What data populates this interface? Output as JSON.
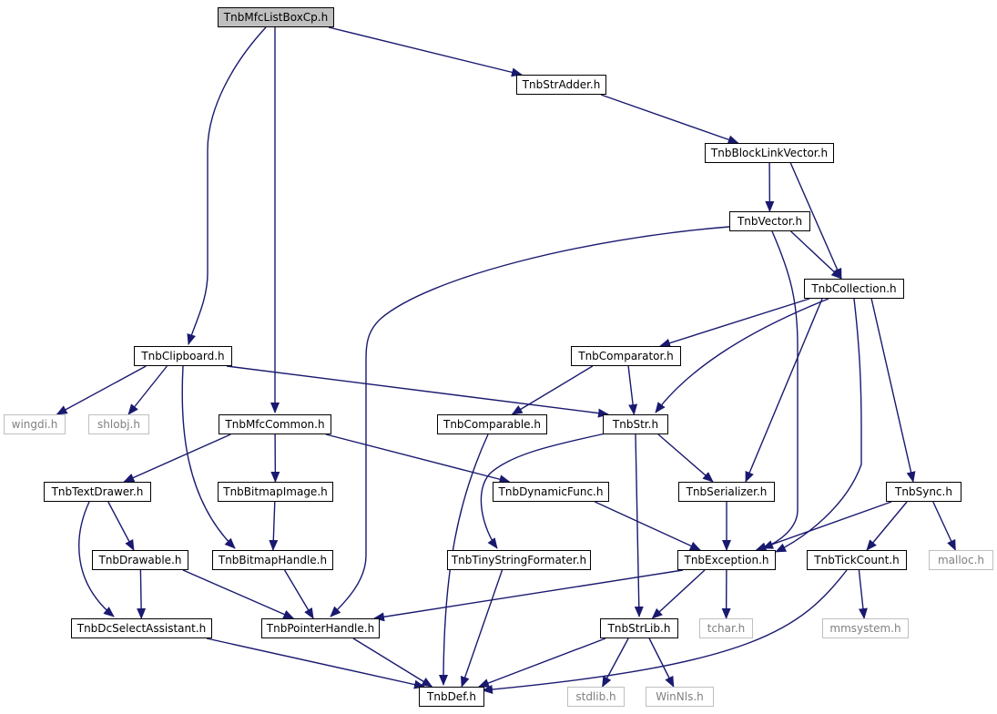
{
  "colors": {
    "edge": "#191970",
    "node_border": "#000000",
    "external_border": "#bfbfbf",
    "external_text": "#808080",
    "focus_fill": "#bfbfbf"
  },
  "nodes": {
    "TnbMfcListBoxCp": {
      "label": "TnbMfcListBoxCp.h",
      "kind": "focus"
    },
    "TnbStrAdder": {
      "label": "TnbStrAdder.h",
      "kind": "local"
    },
    "TnbBlockLinkVector": {
      "label": "TnbBlockLinkVector.h",
      "kind": "local"
    },
    "TnbVector": {
      "label": "TnbVector.h",
      "kind": "local"
    },
    "TnbCollection": {
      "label": "TnbCollection.h",
      "kind": "local"
    },
    "TnbClipboard": {
      "label": "TnbClipboard.h",
      "kind": "local"
    },
    "TnbComparator": {
      "label": "TnbComparator.h",
      "kind": "local"
    },
    "wingdi": {
      "label": "wingdi.h",
      "kind": "external"
    },
    "shlobj": {
      "label": "shlobj.h",
      "kind": "external"
    },
    "TnbMfcCommon": {
      "label": "TnbMfcCommon.h",
      "kind": "local"
    },
    "TnbComparable": {
      "label": "TnbComparable.h",
      "kind": "local"
    },
    "TnbStr": {
      "label": "TnbStr.h",
      "kind": "local"
    },
    "TnbTextDrawer": {
      "label": "TnbTextDrawer.h",
      "kind": "local"
    },
    "TnbBitmapImage": {
      "label": "TnbBitmapImage.h",
      "kind": "local"
    },
    "TnbDynamicFunc": {
      "label": "TnbDynamicFunc.h",
      "kind": "local"
    },
    "TnbSerializer": {
      "label": "TnbSerializer.h",
      "kind": "local"
    },
    "TnbSync": {
      "label": "TnbSync.h",
      "kind": "local"
    },
    "TnbDrawable": {
      "label": "TnbDrawable.h",
      "kind": "local"
    },
    "TnbBitmapHandle": {
      "label": "TnbBitmapHandle.h",
      "kind": "local"
    },
    "TnbTinyStringFormater": {
      "label": "TnbTinyStringFormater.h",
      "kind": "local"
    },
    "TnbException": {
      "label": "TnbException.h",
      "kind": "local"
    },
    "TnbTickCount": {
      "label": "TnbTickCount.h",
      "kind": "local"
    },
    "malloc": {
      "label": "malloc.h",
      "kind": "external"
    },
    "TnbDcSelectAssistant": {
      "label": "TnbDcSelectAssistant.h",
      "kind": "local"
    },
    "TnbPointerHandle": {
      "label": "TnbPointerHandle.h",
      "kind": "local"
    },
    "TnbStrLib": {
      "label": "TnbStrLib.h",
      "kind": "local"
    },
    "tchar": {
      "label": "tchar.h",
      "kind": "external"
    },
    "mmsystem": {
      "label": "mmsystem.h",
      "kind": "external"
    },
    "TnbDef": {
      "label": "TnbDef.h",
      "kind": "local"
    },
    "stdlib": {
      "label": "stdlib.h",
      "kind": "external"
    },
    "WinNls": {
      "label": "WinNls.h",
      "kind": "external"
    }
  },
  "edges": [
    [
      "TnbMfcListBoxCp",
      "TnbStrAdder"
    ],
    [
      "TnbMfcListBoxCp",
      "TnbClipboard"
    ],
    [
      "TnbMfcListBoxCp",
      "TnbMfcCommon"
    ],
    [
      "TnbStrAdder",
      "TnbBlockLinkVector"
    ],
    [
      "TnbBlockLinkVector",
      "TnbVector"
    ],
    [
      "TnbBlockLinkVector",
      "TnbCollection"
    ],
    [
      "TnbVector",
      "TnbCollection"
    ],
    [
      "TnbVector",
      "TnbException"
    ],
    [
      "TnbVector",
      "TnbPointerHandle"
    ],
    [
      "TnbCollection",
      "TnbComparator"
    ],
    [
      "TnbCollection",
      "TnbStr"
    ],
    [
      "TnbCollection",
      "TnbSerializer"
    ],
    [
      "TnbCollection",
      "TnbException"
    ],
    [
      "TnbCollection",
      "TnbSync"
    ],
    [
      "TnbClipboard",
      "wingdi"
    ],
    [
      "TnbClipboard",
      "shlobj"
    ],
    [
      "TnbClipboard",
      "TnbStr"
    ],
    [
      "TnbClipboard",
      "TnbBitmapHandle"
    ],
    [
      "TnbComparator",
      "TnbComparable"
    ],
    [
      "TnbComparator",
      "TnbStr"
    ],
    [
      "TnbComparable",
      "TnbDef"
    ],
    [
      "TnbMfcCommon",
      "TnbTextDrawer"
    ],
    [
      "TnbMfcCommon",
      "TnbBitmapImage"
    ],
    [
      "TnbMfcCommon",
      "TnbDynamicFunc"
    ],
    [
      "TnbStr",
      "TnbSerializer"
    ],
    [
      "TnbStr",
      "TnbTinyStringFormater"
    ],
    [
      "TnbStr",
      "TnbStrLib"
    ],
    [
      "TnbTextDrawer",
      "TnbDrawable"
    ],
    [
      "TnbTextDrawer",
      "TnbDcSelectAssistant"
    ],
    [
      "TnbBitmapImage",
      "TnbBitmapHandle"
    ],
    [
      "TnbDynamicFunc",
      "TnbException"
    ],
    [
      "TnbSerializer",
      "TnbException"
    ],
    [
      "TnbSync",
      "TnbException"
    ],
    [
      "TnbSync",
      "TnbTickCount"
    ],
    [
      "TnbSync",
      "malloc"
    ],
    [
      "TnbDrawable",
      "TnbDcSelectAssistant"
    ],
    [
      "TnbDrawable",
      "TnbPointerHandle"
    ],
    [
      "TnbBitmapHandle",
      "TnbPointerHandle"
    ],
    [
      "TnbTinyStringFormater",
      "TnbDef"
    ],
    [
      "TnbException",
      "TnbPointerHandle"
    ],
    [
      "TnbException",
      "TnbStrLib"
    ],
    [
      "TnbException",
      "tchar"
    ],
    [
      "TnbTickCount",
      "mmsystem"
    ],
    [
      "TnbTickCount",
      "TnbDef"
    ],
    [
      "TnbDcSelectAssistant",
      "TnbDef"
    ],
    [
      "TnbPointerHandle",
      "TnbDef"
    ],
    [
      "TnbStrLib",
      "TnbDef"
    ],
    [
      "TnbStrLib",
      "stdlib"
    ],
    [
      "TnbStrLib",
      "WinNls"
    ]
  ]
}
